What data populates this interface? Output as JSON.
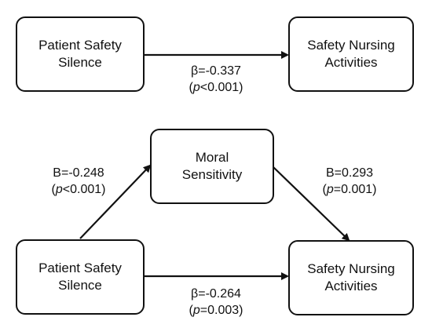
{
  "model_top": {
    "predictor": {
      "line1": "Patient Safety",
      "line2": "Silence"
    },
    "outcome": {
      "line1": "Safety Nursing",
      "line2": "Activities"
    },
    "path": {
      "coef": "β=-0.337",
      "p_var": "p",
      "p_rest": "<0.001"
    }
  },
  "model_bottom": {
    "predictor": {
      "line1": "Patient Safety",
      "line2": "Silence"
    },
    "mediator": {
      "line1": "Moral",
      "line2": "Sensitivity"
    },
    "outcome": {
      "line1": "Safety Nursing",
      "line2": "Activities"
    },
    "path_a": {
      "coef": "B=-0.248",
      "p_var": "p",
      "p_rest": "<0.001"
    },
    "path_b": {
      "coef": "B=0.293",
      "p_var": "p",
      "p_rest": "=0.001"
    },
    "path_c": {
      "coef": "β=-0.264",
      "p_var": "p",
      "p_rest": "=0.003"
    }
  }
}
